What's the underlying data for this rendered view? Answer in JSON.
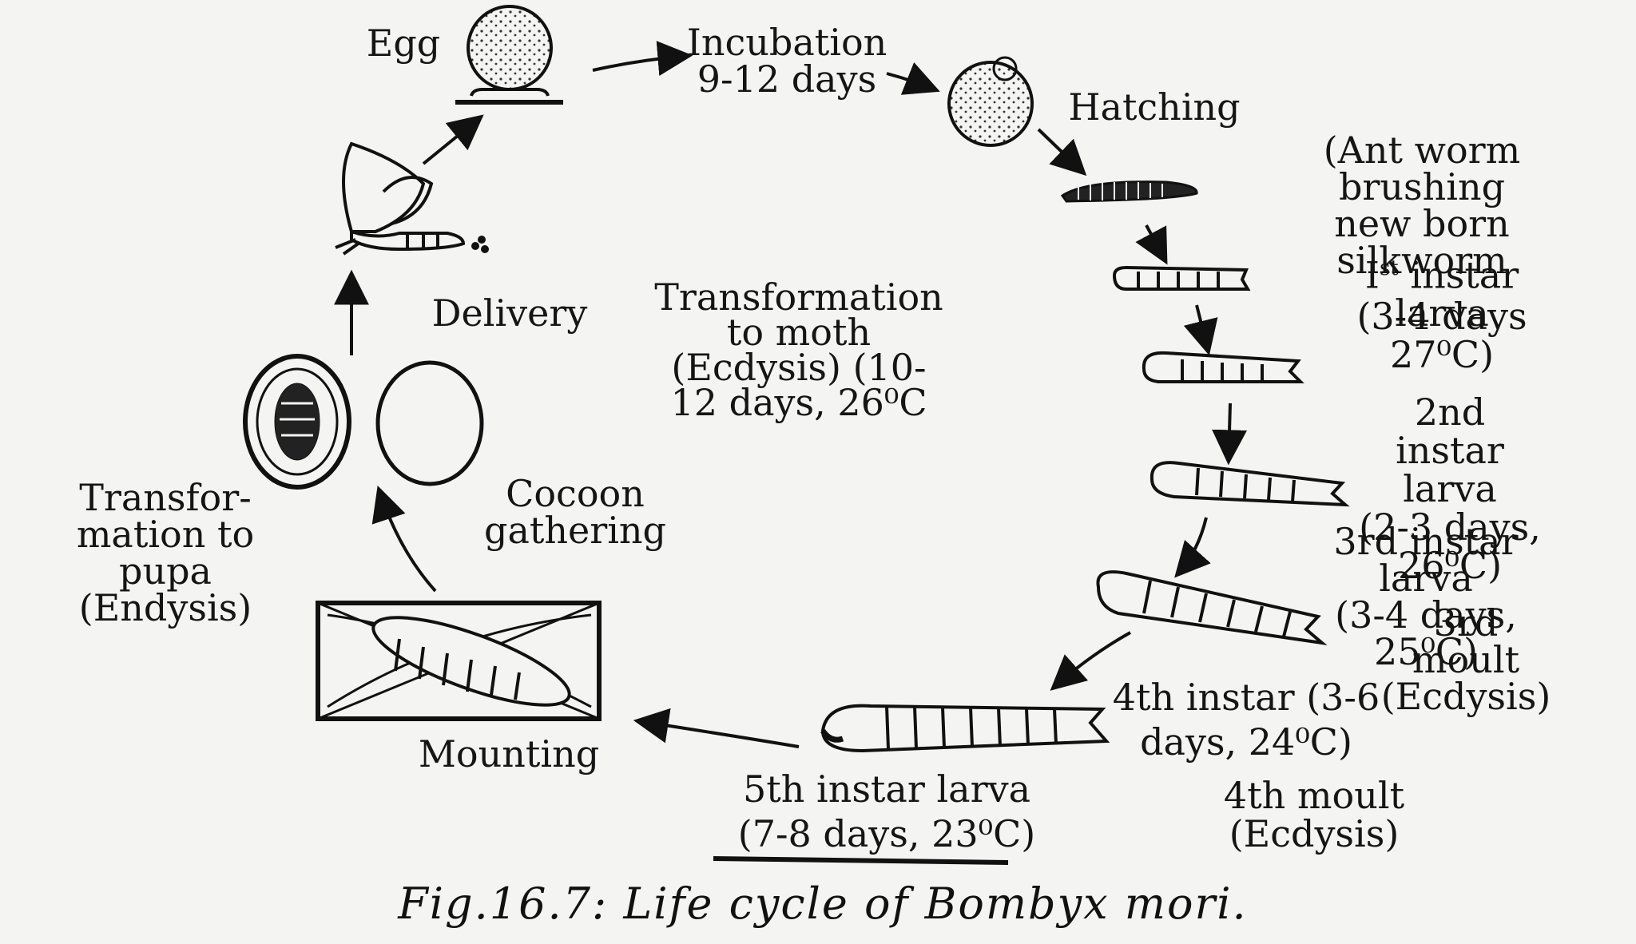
{
  "labels": {
    "egg": "Egg",
    "incubation": "Incubation\n9-12 days",
    "hatching": "Hatching",
    "ant_worm": "(Ant worm\nbrushing new born\nsilkworm",
    "first_instar_a": "I",
    "first_instar_sup": "st",
    "first_instar_b": " instar larva",
    "first_instar_detail": "(3-4 days 27⁰C)",
    "second_instar": "2nd instar larva\n(2-3 days, 26⁰C)",
    "third_instar": "3rd instar larva\n(3-4 days, 25⁰C)",
    "third_moult": "3rd moult\n(Ecdysis)",
    "fourth_instar": "4th instar (3-6\ndays, 24⁰C)",
    "fourth_moult": "4th moult (Ecdysis)",
    "fifth_instar": "5th instar larva\n(7-8 days, 23⁰C)",
    "mounting": "Mounting",
    "transformation_pupa": "Transfor-\nmation to\npupa\n(Endysis)",
    "cocoon_gathering": "Cocoon\ngathering",
    "delivery": "Delivery",
    "transformation_moth": "Transformation\nto moth\n(Ecdysis) (10-\n12 days, 26⁰C"
  },
  "caption": "Fig.16.7: Life cycle of Bombyx mori."
}
